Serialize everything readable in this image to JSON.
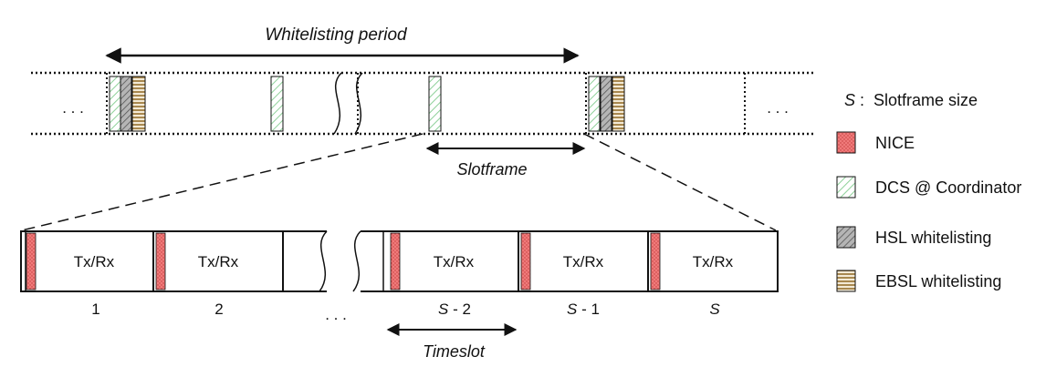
{
  "top": {
    "period_label": "Whitelisting period",
    "ellipsis_left": ". . .",
    "ellipsis_right": ". . ."
  },
  "slotframe_label": "Slotframe",
  "bottom": {
    "slots": [
      {
        "text": "Tx/Rx",
        "index_prefix": "",
        "index_suffix": "1"
      },
      {
        "text": "Tx/Rx",
        "index_prefix": "",
        "index_suffix": "2"
      },
      {
        "text": "Tx/Rx",
        "index_prefix": "S",
        "index_suffix": " - 2"
      },
      {
        "text": "Tx/Rx",
        "index_prefix": "S",
        "index_suffix": " - 1"
      },
      {
        "text": "Tx/Rx",
        "index_prefix": "S",
        "index_suffix": ""
      }
    ],
    "ellipsis": ". . .",
    "timeslot_label": "Timeslot"
  },
  "legend": {
    "size_symbol": "S",
    "size_text": " :  Slotframe size",
    "items": [
      {
        "label": "NICE",
        "pattern": "nice",
        "color": "#f07a7a"
      },
      {
        "label": "DCS @ Coordinator",
        "pattern": "dcs",
        "color": "#9fd9a8"
      },
      {
        "label": "HSL whitelisting",
        "pattern": "hsl",
        "color": "#8c8c8c"
      },
      {
        "label": "EBSL whitelisting",
        "pattern": "ebsl",
        "color": "#c4a46a"
      }
    ]
  }
}
